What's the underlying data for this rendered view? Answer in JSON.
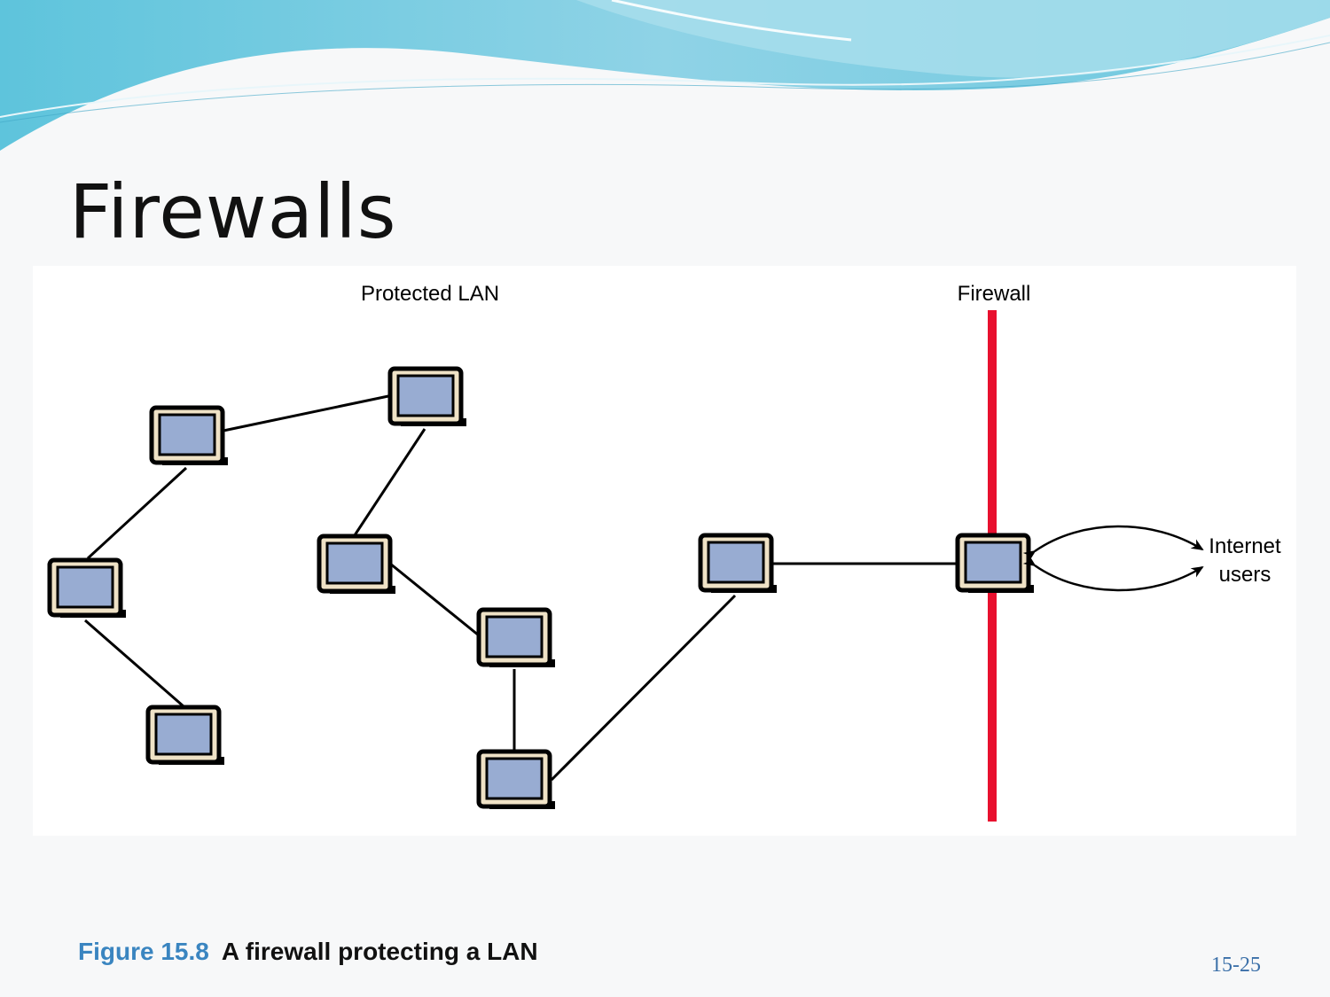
{
  "slide": {
    "title": "Firewalls",
    "page_number": "15-25"
  },
  "diagram": {
    "lan_label": "Protected LAN",
    "firewall_label": "Firewall",
    "internet_label_line1": "Internet",
    "internet_label_line2": "users",
    "firewall_color": "#e8102e",
    "screen_color": "#98acd2",
    "monitor_body_color": "#efe2c6"
  },
  "caption": {
    "figure_number": "Figure 15.8",
    "text": "A firewall protecting a LAN"
  },
  "colors": {
    "accent": "#3a85c0",
    "wave_light": "#bfe6ef",
    "wave_dark": "#5cc3dd"
  }
}
